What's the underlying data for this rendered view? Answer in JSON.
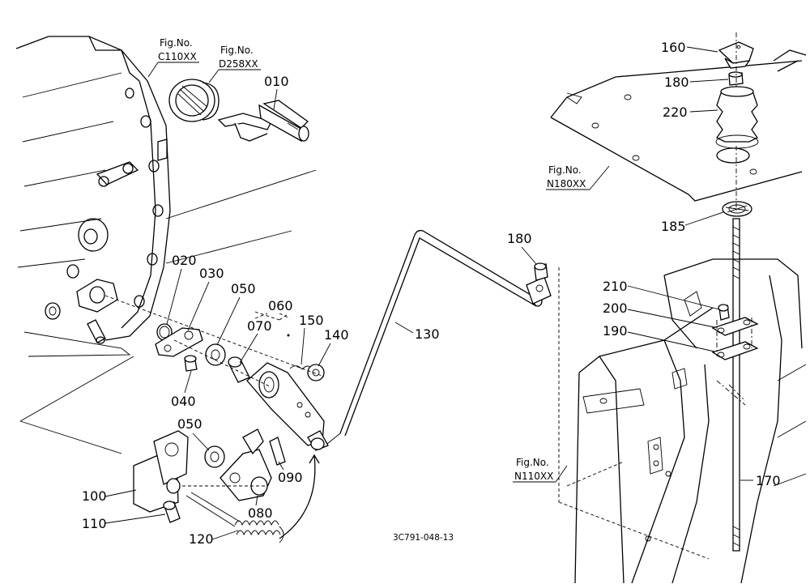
{
  "figure_refs": [
    {
      "id": "c110",
      "title": "Fig.No.",
      "code": "C110XX"
    },
    {
      "id": "d258",
      "title": "Fig.No.",
      "code": "D258XX"
    },
    {
      "id": "n180",
      "title": "Fig.No.",
      "code": "N180XX"
    },
    {
      "id": "n110",
      "title": "Fig.No.",
      "code": "N110XX"
    }
  ],
  "part_labels": {
    "p010": "010",
    "p020": "020",
    "p030": "030",
    "p040": "040",
    "p050a": "050",
    "p050b": "050",
    "p060": "060",
    "p070": "070",
    "p080": "080",
    "p090": "090",
    "p100": "100",
    "p110": "110",
    "p120": "120",
    "p130": "130",
    "p140": "140",
    "p150": "150",
    "p160": "160",
    "p170": "170",
    "p180a": "180",
    "p180b": "180",
    "p185": "185",
    "p190": "190",
    "p200": "200",
    "p210": "210",
    "p220": "220"
  },
  "drawing_code": "3C791-048-13"
}
